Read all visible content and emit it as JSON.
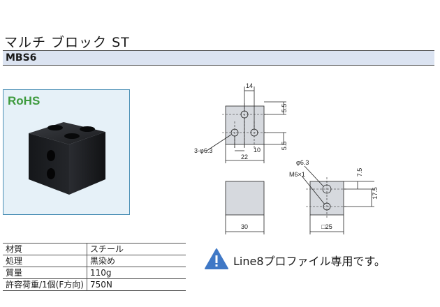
{
  "header": {
    "title": "マルチ ブロック ST",
    "model": "MBS6"
  },
  "badge": {
    "rohs": "RoHS"
  },
  "drawing": {
    "dim_top_width": "14",
    "dim_right_top": "5.5",
    "dim_right_bottom": "5.5",
    "hole_callout": "3-φ6.3",
    "dim_inner": "10",
    "dim_width": "22",
    "side_hole_callout": "φ6.3",
    "thread_callout": "M6×1",
    "dim_side_7_5": "7.5",
    "dim_side_17_5": "17.5",
    "dim_front_width": "30",
    "dim_side_square": "□25"
  },
  "specs": [
    {
      "label": "材質",
      "value": "スチール"
    },
    {
      "label": "処理",
      "value": "黒染め"
    },
    {
      "label": "質量",
      "value": "110g"
    },
    {
      "label": "許容荷重/1個(F方向)",
      "value": "750N"
    }
  ],
  "note": {
    "text": "Line8プロファイル専用です。",
    "icon": "warning-icon",
    "accent": "#3f78c6"
  }
}
